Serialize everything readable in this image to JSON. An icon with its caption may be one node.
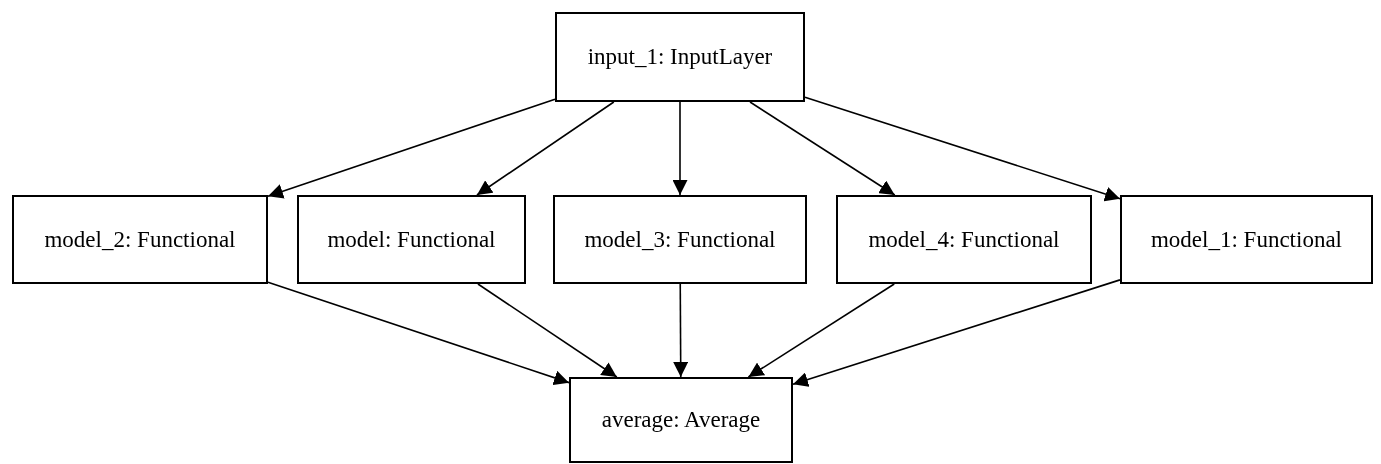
{
  "diagram": {
    "nodes": [
      {
        "text": [
          "input_1: InputLayer"
        ]
      },
      {
        "text": [
          "model_2: Functional"
        ]
      },
      {
        "text": [
          "model: Functional"
        ]
      },
      {
        "text": [
          "model_3: Functional"
        ]
      },
      {
        "text": [
          "model_4: Functional"
        ]
      },
      {
        "text": [
          "model_1: Functional"
        ]
      },
      {
        "text": [
          "average: Average"
        ]
      }
    ],
    "edges": [
      {
        "from": 0,
        "to": 1,
        "arrow": "to"
      },
      {
        "from": 0,
        "to": 2,
        "arrow": "to"
      },
      {
        "from": 0,
        "to": 3,
        "arrow": "to"
      },
      {
        "from": 0,
        "to": 4,
        "arrow": "to"
      },
      {
        "from": 0,
        "to": 5,
        "arrow": "to"
      },
      {
        "from": 1,
        "to": 6,
        "arrow": "to"
      },
      {
        "from": 2,
        "to": 6,
        "arrow": "to"
      },
      {
        "from": 3,
        "to": 6,
        "arrow": "to"
      },
      {
        "from": 4,
        "to": 6,
        "arrow": "to"
      },
      {
        "from": 5,
        "to": 6,
        "arrow": "to"
      }
    ]
  }
}
